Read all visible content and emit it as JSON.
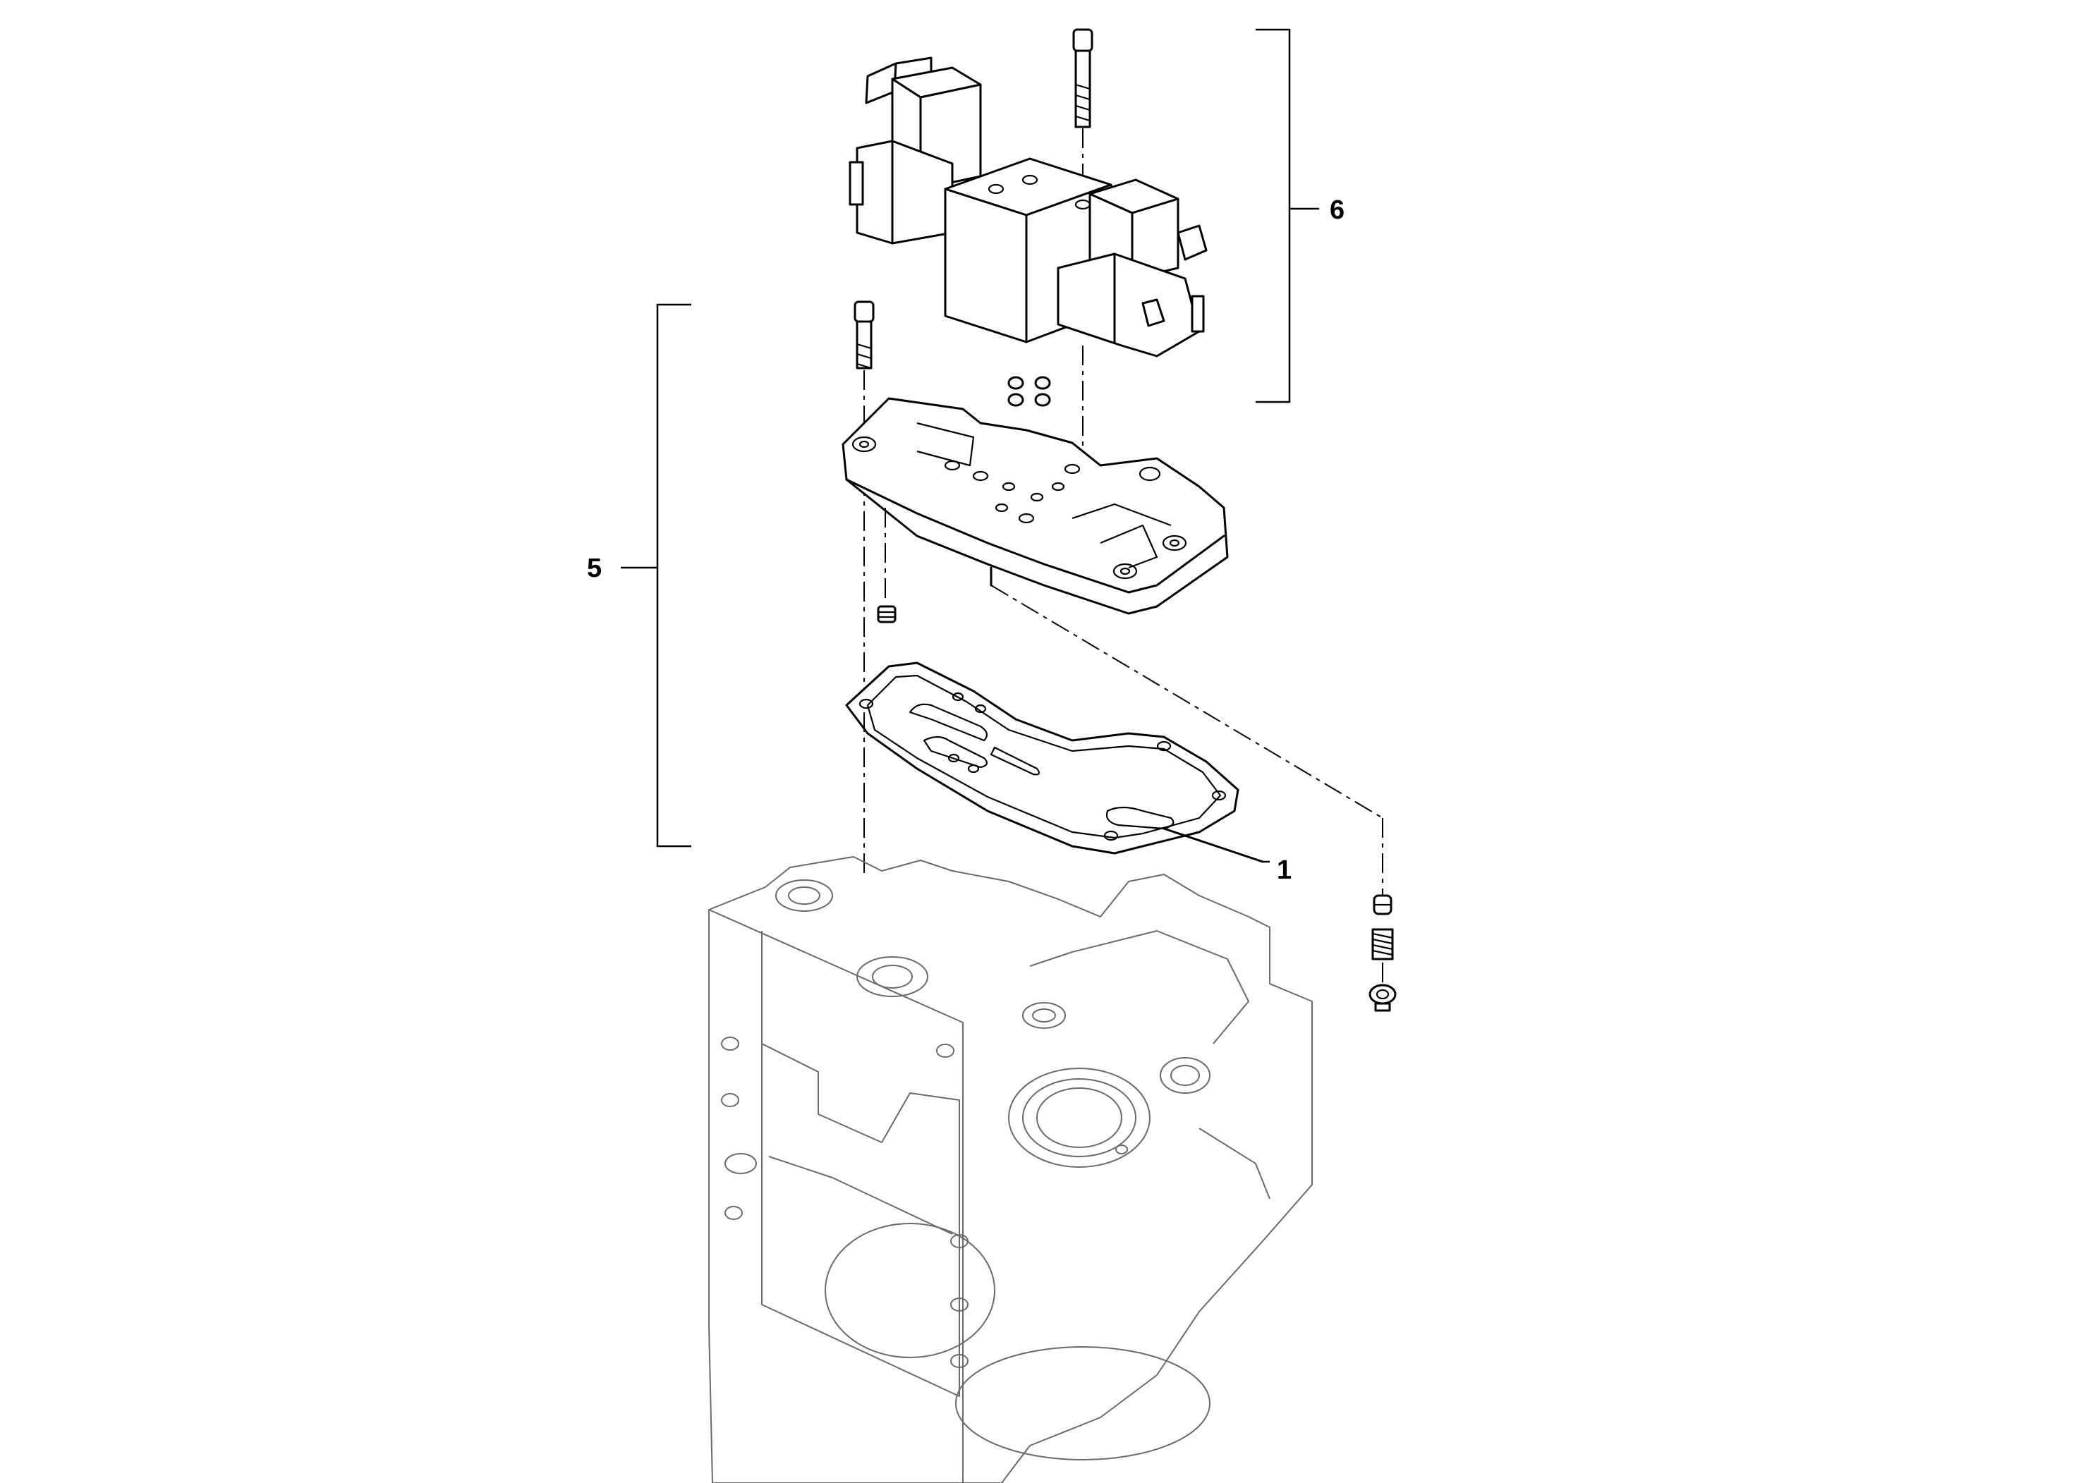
{
  "callouts": {
    "item_1": "1",
    "item_5": "5",
    "item_6": "6"
  },
  "colors": {
    "line": "#000000",
    "housing_line": "#6a6a6a",
    "background": "#ffffff"
  }
}
